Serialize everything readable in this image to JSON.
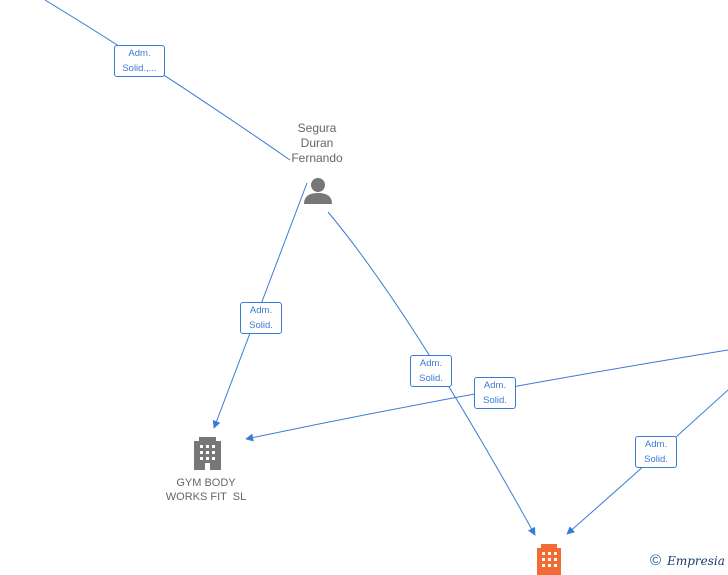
{
  "nodes": {
    "person": {
      "label_lines": [
        "Segura",
        "Duran",
        "Fernando"
      ],
      "icon": "person-icon",
      "color": "#777777"
    },
    "company_gym": {
      "label_lines": [
        "GYM BODY",
        "WORKS FIT  SL"
      ],
      "icon": "building-icon",
      "color": "#777777"
    },
    "company_bottom": {
      "label_lines": [],
      "icon": "building-icon",
      "color": "#f26b33"
    }
  },
  "edges": [
    {
      "id": "edge-top",
      "label_lines": [
        "Adm.",
        "Solid.,..."
      ]
    },
    {
      "id": "edge-person-gym",
      "label_lines": [
        "Adm.",
        "Solid."
      ]
    },
    {
      "id": "edge-person-bottom",
      "label_lines": [
        "Adm.",
        "Solid."
      ]
    },
    {
      "id": "edge-right-gym",
      "label_lines": [
        "Adm.",
        "Solid."
      ]
    },
    {
      "id": "edge-right-bottom",
      "label_lines": [
        "Adm.",
        "Solid."
      ]
    }
  ],
  "colors": {
    "edge": "#3a7bd5",
    "label_text": "#666666"
  },
  "footer": {
    "copyright_symbol": "©",
    "brand": "Empresia"
  }
}
